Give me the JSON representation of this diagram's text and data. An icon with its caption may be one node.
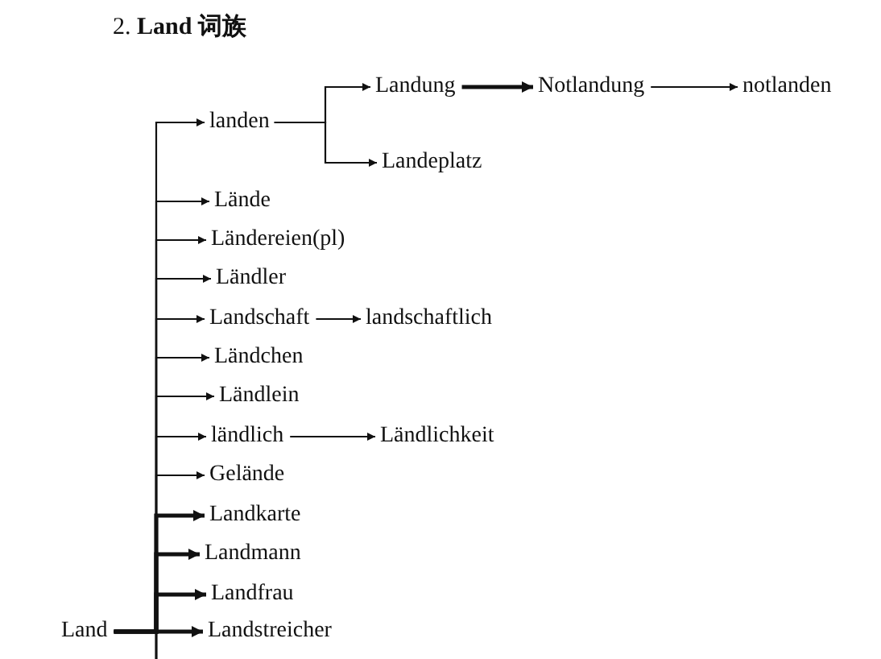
{
  "diagram": {
    "title": "2. **Land 词族**",
    "nodes": [
      {
        "text": [
          "Land"
        ]
      },
      {
        "text": [
          "landen"
        ]
      },
      {
        "text": [
          "Landung"
        ]
      },
      {
        "text": [
          "Notlandung"
        ]
      },
      {
        "text": [
          "notlanden"
        ]
      },
      {
        "text": [
          "Landeplatz"
        ]
      },
      {
        "text": [
          "Lände"
        ]
      },
      {
        "text": [
          "Ländereien(pl)"
        ]
      },
      {
        "text": [
          "Ländler"
        ]
      },
      {
        "text": [
          "Landschaft"
        ]
      },
      {
        "text": [
          "landschaftlich"
        ]
      },
      {
        "text": [
          "Ländchen"
        ]
      },
      {
        "text": [
          "Ländlein"
        ]
      },
      {
        "text": [
          "ländlich"
        ]
      },
      {
        "text": [
          "Ländlichkeit"
        ]
      },
      {
        "text": [
          "Gelände"
        ]
      },
      {
        "text": [
          "Landkarte"
        ]
      },
      {
        "text": [
          "Landmann"
        ]
      },
      {
        "text": [
          "Landfrau"
        ]
      },
      {
        "text": [
          "Landstreicher"
        ]
      }
    ],
    "edges": [
      {
        "from": 0,
        "to": 1,
        "arrow": "to"
      },
      {
        "from": 1,
        "to": 2,
        "arrow": "to"
      },
      {
        "from": 2,
        "to": 3,
        "arrow": "to",
        "style": "thick"
      },
      {
        "from": 3,
        "to": 4,
        "arrow": "to"
      },
      {
        "from": 1,
        "to": 5,
        "arrow": "to"
      },
      {
        "from": 0,
        "to": 6,
        "arrow": "to"
      },
      {
        "from": 0,
        "to": 7,
        "arrow": "to"
      },
      {
        "from": 0,
        "to": 8,
        "arrow": "to"
      },
      {
        "from": 0,
        "to": 9,
        "arrow": "to"
      },
      {
        "from": 9,
        "to": 10,
        "arrow": "to"
      },
      {
        "from": 0,
        "to": 11,
        "arrow": "to"
      },
      {
        "from": 0,
        "to": 12,
        "arrow": "to"
      },
      {
        "from": 0,
        "to": 13,
        "arrow": "to"
      },
      {
        "from": 13,
        "to": 14,
        "arrow": "to"
      },
      {
        "from": 0,
        "to": 15,
        "arrow": "to"
      },
      {
        "from": 0,
        "to": 16,
        "arrow": "to",
        "style": "thick"
      },
      {
        "from": 0,
        "to": 17,
        "arrow": "to",
        "style": "thick"
      },
      {
        "from": 0,
        "to": 18,
        "arrow": "to",
        "style": "thick"
      },
      {
        "from": 0,
        "to": 19,
        "arrow": "to",
        "style": "thick"
      }
    ]
  }
}
